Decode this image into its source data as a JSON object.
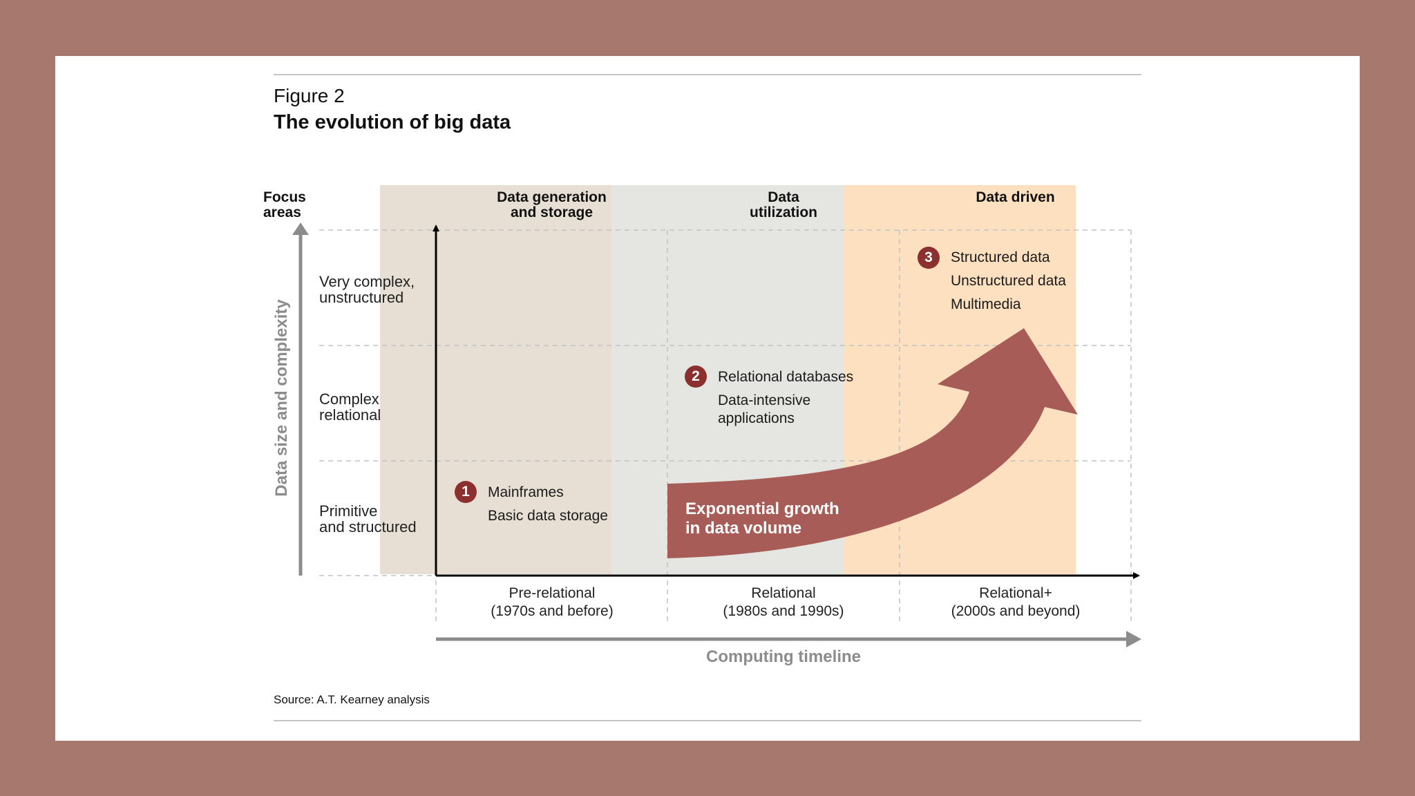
{
  "figure": {
    "label": "Figure 2",
    "title": "The evolution of big data",
    "source": "Source: A.T. Kearney analysis"
  },
  "columns": {
    "focus_header": [
      "Focus",
      "areas"
    ],
    "headers": [
      [
        "Data generation",
        "and storage"
      ],
      [
        "Data",
        "utilization"
      ],
      [
        "Data driven"
      ]
    ],
    "timeline": [
      [
        "Pre-relational",
        "(1970s and before)"
      ],
      [
        "Relational",
        "(1980s and 1990s)"
      ],
      [
        "Relational+",
        "(2000s and beyond)"
      ]
    ]
  },
  "rows": [
    [
      "Very complex,",
      "unstructured"
    ],
    [
      "Complex",
      "relational"
    ],
    [
      "Primitive",
      "and structured"
    ]
  ],
  "axes": {
    "y_label": "Data size and complexity",
    "x_label": "Computing timeline"
  },
  "stages": [
    {
      "number": "1",
      "items": [
        "Mainframes",
        "Basic data storage"
      ]
    },
    {
      "number": "2",
      "items": [
        "Relational databases",
        "Data-intensive",
        "applications"
      ]
    },
    {
      "number": "3",
      "items": [
        "Structured data",
        "Unstructured data",
        "Multimedia"
      ]
    }
  ],
  "growth_arrow": {
    "text": [
      "Exponential growth",
      "in data volume"
    ]
  },
  "colors": {
    "background": "#a7786d",
    "band_1": "#e7dfd4",
    "band_2": "#e5e6e1",
    "band_3": "#fde0c0",
    "marker": "#8c2f2f",
    "growth_arrow": "#a75c57",
    "axis_gray": "#8c8c8c"
  }
}
